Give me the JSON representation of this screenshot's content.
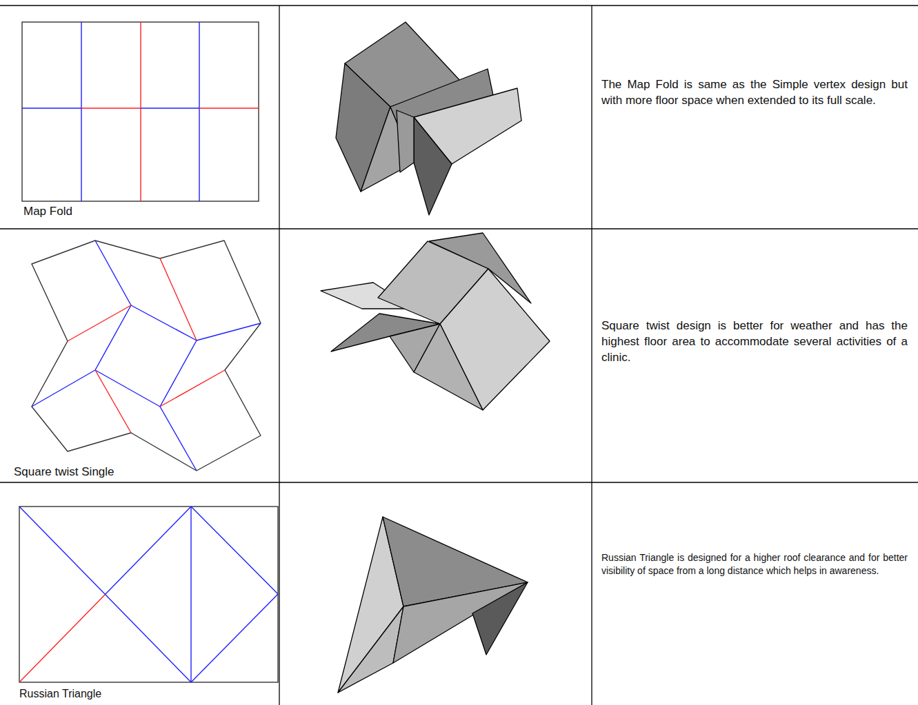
{
  "diagram": {
    "labels": [
      "Map Fold",
      "The Map Fold is same as the Simple vertex design but with more floor space when extended to its full scale.",
      "Square twist Single",
      "Square twist design is better for weather and has the highest floor area to accommodate several activities of a clinic.",
      "Russian Triangle",
      "Russian Triangle is designed for a higher roof clearance and for better visibility of space from a long distance which helps in awareness."
    ]
  }
}
